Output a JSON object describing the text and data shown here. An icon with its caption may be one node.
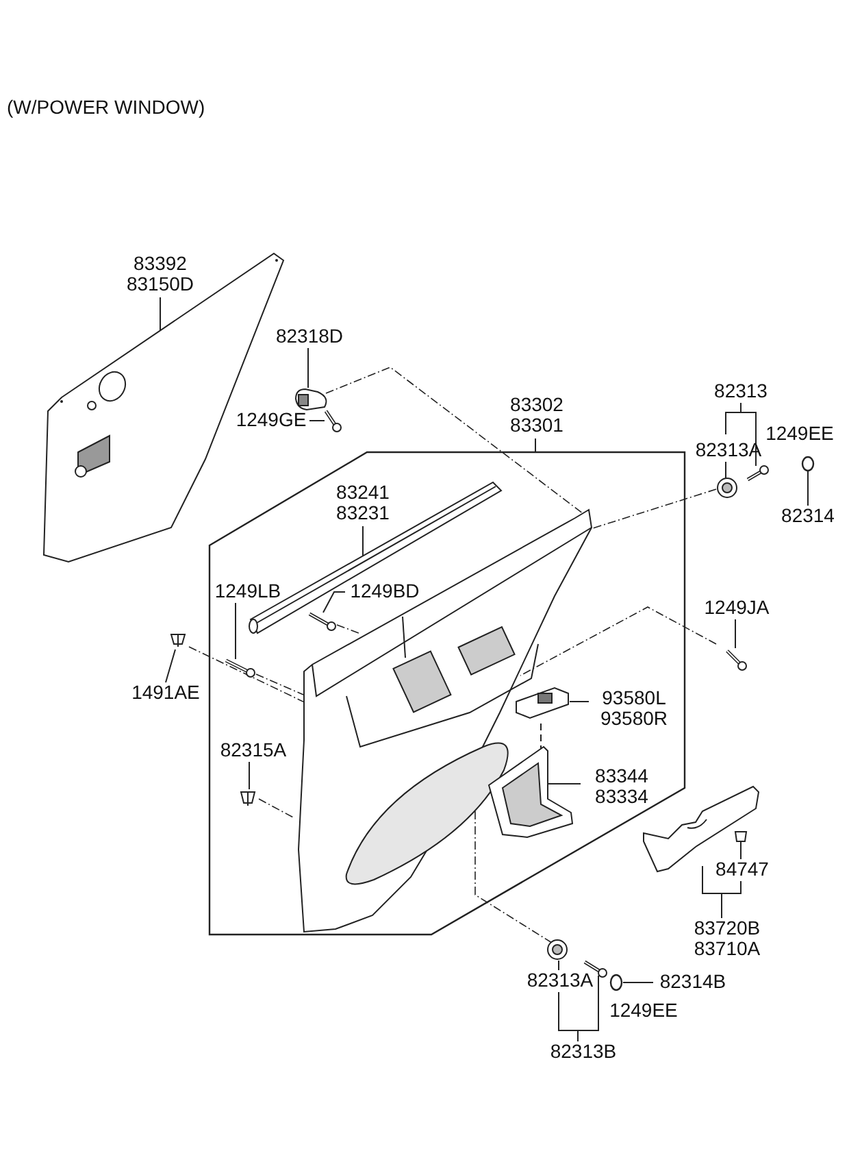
{
  "diagram": {
    "title": "(W/POWER WINDOW)",
    "nodes": [
      {
        "text": [
          "83392 83150D"
        ]
      },
      {
        "text": [],
        "shape": "picture"
      },
      {
        "text": [
          "82318D"
        ]
      },
      {
        "text": [],
        "shape": "picture"
      },
      {
        "text": [
          "1249GE"
        ]
      },
      {
        "text": [],
        "shape": "picture"
      },
      {
        "text": [
          "83302 83301"
        ]
      },
      {
        "text": [],
        "shape": "box"
      },
      {
        "text": [
          "83241 83231"
        ],
        "in": 7
      },
      {
        "text": [],
        "shape": "picture",
        "in": 7
      },
      {
        "text": [
          "82313A"
        ]
      },
      {
        "text": [],
        "shape": "picture"
      },
      {
        "text": [
          "82314"
        ]
      },
      {
        "text": [],
        "shape": "circle"
      },
      {
        "text": [
          "1249LB"
        ],
        "in": 7
      },
      {
        "text": [],
        "shape": "picture",
        "in": 7
      },
      {
        "text": [
          "1249BD"
        ],
        "in": 7
      },
      {
        "text": [],
        "shape": "picture",
        "in": 7
      },
      {
        "text": [
          "1249JA"
        ]
      },
      {
        "text": [],
        "shape": "picture"
      },
      {
        "text": [
          "1491AE"
        ]
      },
      {
        "text": [],
        "shape": "picture"
      },
      {
        "text": [
          "93580L 93580R"
        ],
        "in": 7
      },
      {
        "text": [],
        "shape": "picture",
        "in": 7
      },
      {
        "text": [
          "82315A"
        ],
        "in": 7
      },
      {
        "text": [],
        "shape": "picture",
        "in": 7
      },
      {
        "text": [
          "83344 83334"
        ],
        "in": 7
      },
      {
        "text": [],
        "shape": "picture",
        "in": 7
      },
      {
        "text": [
          "84747"
        ]
      },
      {
        "text": [],
        "shape": "picture"
      },
      {
        "text": [],
        "shape": "picture"
      },
      {
        "text": [
          "82313A"
        ]
      },
      {
        "text": [],
        "shape": "circle"
      },
      {
        "text": [
          "82314B"
        ]
      }
    ],
    "edges": [
      {
        "from": 0,
        "to": 1,
        "arrow": "none"
      },
      {
        "from": 2,
        "to": 3,
        "arrow": "none"
      },
      {
        "from": 4,
        "to": 5,
        "arrow": "none"
      },
      {
        "from": 6,
        "to": 7,
        "arrow": "none"
      },
      {
        "from": 8,
        "to": 9,
        "arrow": "none"
      },
      {
        "from": 10,
        "to": 11,
        "arrow": "none"
      },
      {
        "from": 12,
        "to": 13,
        "arrow": "none"
      },
      {
        "from": 14,
        "to": 15,
        "arrow": "none"
      },
      {
        "from": 16,
        "to": 17,
        "arrow": "none"
      },
      {
        "from": 18,
        "to": 19,
        "arrow": "none"
      },
      {
        "from": 20,
        "to": 21,
        "arrow": "none"
      },
      {
        "from": 22,
        "to": 23,
        "arrow": "none"
      },
      {
        "from": 24,
        "to": 25,
        "arrow": "none"
      },
      {
        "from": 26,
        "to": 27,
        "arrow": "none"
      },
      {
        "from": 28,
        "to": 29,
        "arrow": "none"
      },
      {
        "from": 31,
        "to": 30,
        "arrow": "none"
      },
      {
        "from": 33,
        "to": 32,
        "arrow": "none"
      },
      {
        "from": 23,
        "to": 27,
        "arrow": "none",
        "style": "dashed"
      }
    ],
    "labels": [
      "82313",
      "1249EE",
      "83720B 83710A",
      "1249EE",
      "82313B"
    ]
  }
}
